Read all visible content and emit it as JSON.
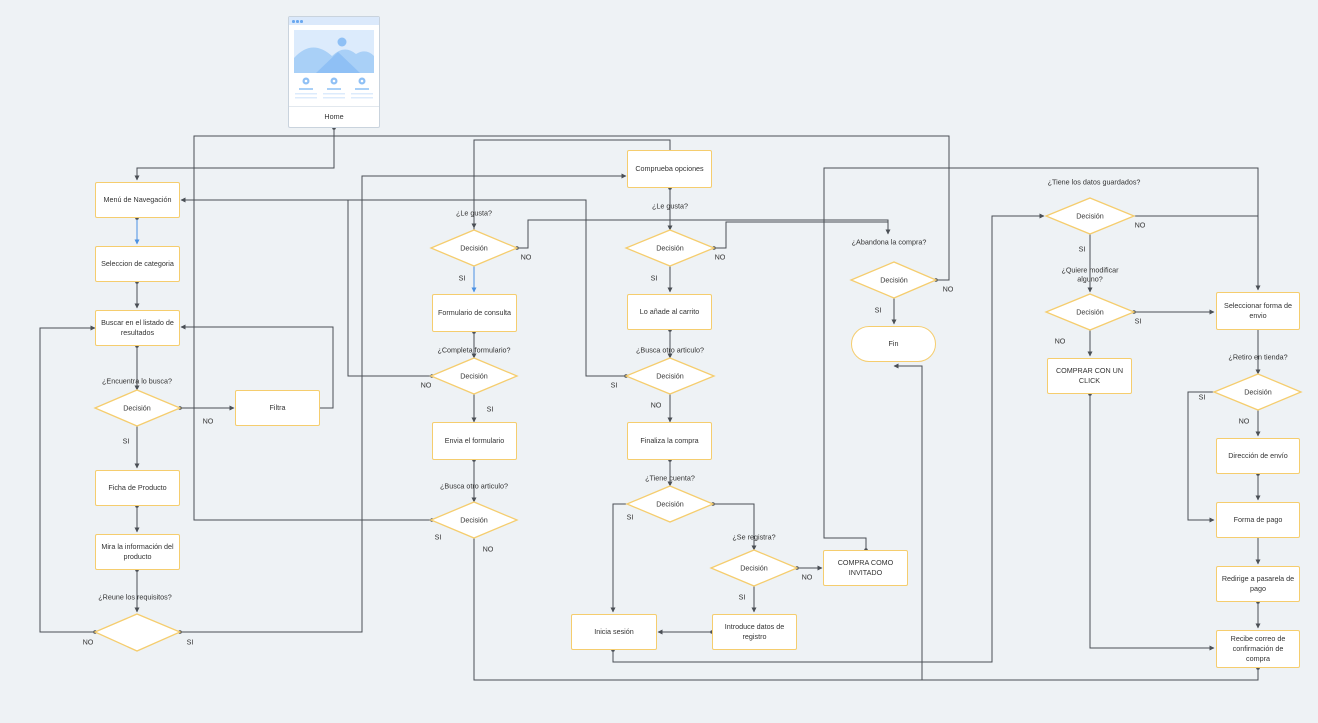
{
  "colors": {
    "edge": "#4a4f55",
    "accent_edge": "#4a90e2",
    "node_border": "#f5cd6e",
    "background": "#eef2f5"
  },
  "home": {
    "label": "Home"
  },
  "nodes": {
    "menu": "Menú de Navegación",
    "categoria": "Seleccion de categoria",
    "buscar": "Buscar en el listado de resultados",
    "filtra": "Filtra",
    "ficha": "Ficha de Producto",
    "mira": "Mira la información del producto",
    "formulario": "Formulario de consulta",
    "envia": "Envia el formulario",
    "comprueba": "Comprueba opciones",
    "anade": "Lo añade al carrito",
    "finaliza": "Finaliza la compra",
    "inicia": "Inicia sesión",
    "introduce": "Introduce datos de registro",
    "invitado": "COMPRA COMO INVITADO",
    "fin": "Fin",
    "un_click": "COMPRAR CON UN CLICK",
    "forma_envio": "Seleccionar forma de envio",
    "direccion": "Dirección de envío",
    "forma_pago": "Forma de pago",
    "redirige": "Redirige a pasarela de pago",
    "recibe": "Recibe correo de confirmación de compra"
  },
  "decision_text": "Decisión",
  "questions": {
    "encuentra": "¿Encuentra lo busca?",
    "reune": "¿Reune los requisitos?",
    "le_gusta_1": "¿Le gusta?",
    "completa": "¿Completa formulario?",
    "busca_otro_1": "¿Busca otro articulo?",
    "le_gusta_2": "¿Le gusta?",
    "busca_otro_2": "¿Busca otro articulo?",
    "tiene_cuenta": "¿Tiene cuenta?",
    "se_registra": "¿Se registra?",
    "abandona": "¿Abandona la compra?",
    "tiene_datos": "¿Tiene los datos guardados?",
    "quiere_modificar": "¿Quiere modificar alguno?",
    "retiro": "¿Retiro en tienda?"
  },
  "edge_labels": {
    "si": "SI",
    "no": "NO"
  }
}
